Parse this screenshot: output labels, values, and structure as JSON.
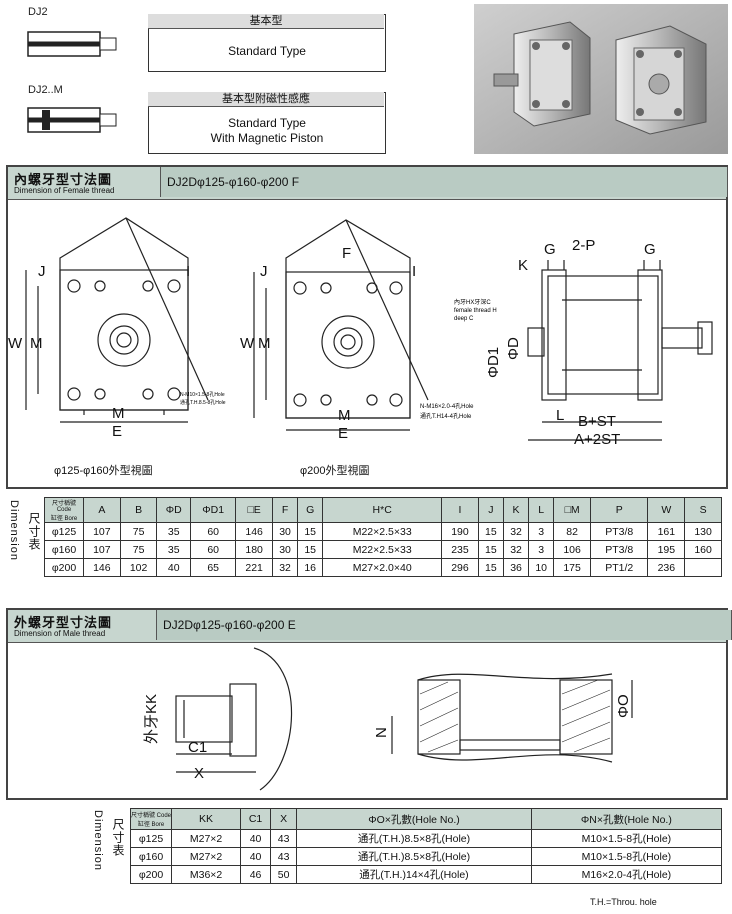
{
  "types": [
    {
      "code": "DJ2",
      "zh": "基本型",
      "en": [
        "Standard Type"
      ]
    },
    {
      "code": "DJ2..M",
      "zh": "基本型附磁性感應",
      "en": [
        "Standard Type",
        "With Magnetic Piston"
      ]
    }
  ],
  "female": {
    "title_zh": "內螺牙型寸法圖",
    "title_en": "Dimension of Female thread",
    "model": "DJ2Dφ125-φ160-φ200 F",
    "caption_left": "φ125-φ160外型視圖",
    "caption_mid": "φ200外型視圖",
    "labels": {
      "J": "J",
      "I": "I",
      "W": "W",
      "M": "M",
      "E": "E",
      "F": "F",
      "G": "G",
      "P": "2-P",
      "K": "K",
      "D1": "ΦD1",
      "D": "ΦD",
      "L": "L",
      "BST": "B+ST",
      "AST": "A+2ST"
    },
    "notes": {
      "hole_a": "N-M10×1.5-8孔Hole",
      "hole_a2": "通孔T.H.8.5-8孔Hole",
      "thread": "內牙HX牙深C",
      "thread_en1": "female thread H",
      "thread_en2": "deep C",
      "hole_b": "N-M16×2.0-4孔Hole",
      "hole_b2": "通孔T.H14-4孔Hole"
    }
  },
  "female_table": {
    "side_label": "尺寸表",
    "side_label_en": "Dimension",
    "corner_top": "尺寸稱號 Code",
    "corner_bottom": "缸徑 Bore",
    "headers": [
      "A",
      "B",
      "ΦD",
      "ΦD1",
      "□E",
      "F",
      "G",
      "H*C",
      "I",
      "J",
      "K",
      "L",
      "□M",
      "P",
      "W",
      "S"
    ],
    "rows": [
      {
        "bore": "φ125",
        "cells": [
          "107",
          "75",
          "35",
          "60",
          "146",
          "30",
          "15",
          "M22×2.5×33",
          "190",
          "15",
          "32",
          "3",
          "82",
          "PT3/8",
          "161",
          "130"
        ]
      },
      {
        "bore": "φ160",
        "cells": [
          "107",
          "75",
          "35",
          "60",
          "180",
          "30",
          "15",
          "M22×2.5×33",
          "235",
          "15",
          "32",
          "3",
          "106",
          "PT3/8",
          "195",
          "160"
        ]
      },
      {
        "bore": "φ200",
        "cells": [
          "146",
          "102",
          "40",
          "65",
          "221",
          "32",
          "16",
          "M27×2.0×40",
          "296",
          "15",
          "36",
          "10",
          "175",
          "PT1/2",
          "236",
          ""
        ]
      }
    ]
  },
  "male": {
    "title_zh": "外螺牙型寸法圖",
    "title_en": "Dimension of Male thread",
    "model": "DJ2Dφ125-φ160-φ200 E",
    "labels": {
      "KK": "外牙KK",
      "C1": "C1",
      "X": "X",
      "N": "N",
      "O": "ΦO"
    }
  },
  "male_table": {
    "side_label": "尺寸表",
    "side_label_en": "Dimension",
    "corner_top": "尺寸稱號 Code",
    "corner_bottom": "缸徑 Bore",
    "headers": [
      "KK",
      "C1",
      "X",
      "ΦO×孔數(Hole No.)",
      "ΦN×孔數(Hole No.)"
    ],
    "rows": [
      {
        "bore": "φ125",
        "cells": [
          "M27×2",
          "40",
          "43",
          "通孔(T.H.)8.5×8孔(Hole)",
          "M10×1.5-8孔(Hole)"
        ]
      },
      {
        "bore": "φ160",
        "cells": [
          "M27×2",
          "40",
          "43",
          "通孔(T.H.)8.5×8孔(Hole)",
          "M10×1.5-8孔(Hole)"
        ]
      },
      {
        "bore": "φ200",
        "cells": [
          "M36×2",
          "46",
          "50",
          "通孔(T.H.)14×4孔(Hole)",
          "M16×2.0-4孔(Hole)"
        ]
      }
    ],
    "footnote": "T.H.=Throu. hole"
  }
}
